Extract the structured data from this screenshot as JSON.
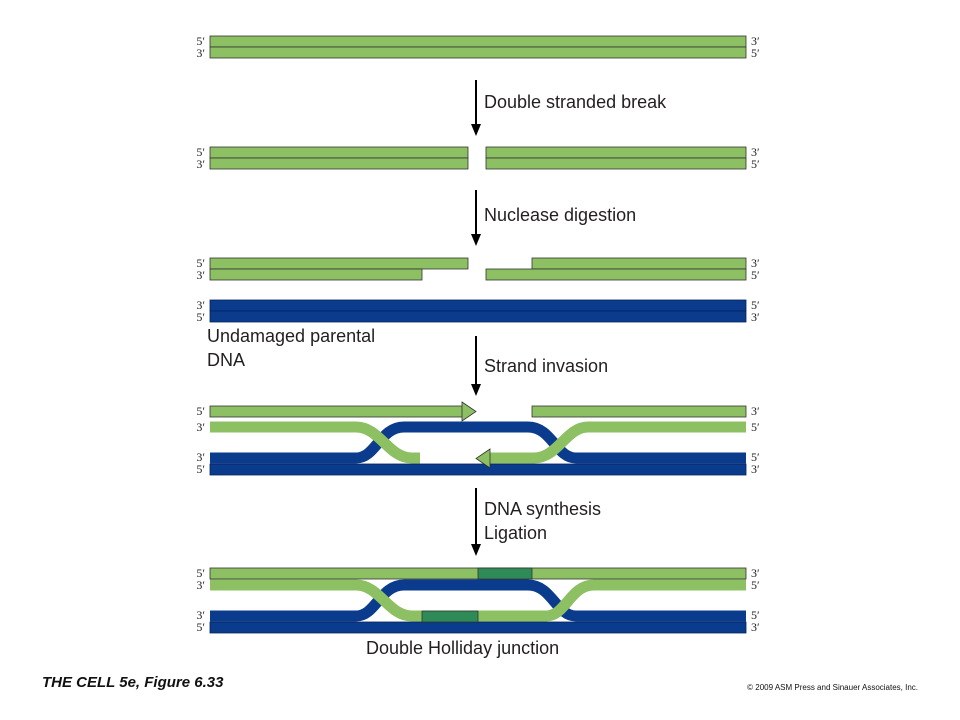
{
  "colors": {
    "light_green": "#8cc063",
    "dark_green": "#2e8b57",
    "dark_blue": "#0b3b8c",
    "outline": "#333333",
    "arrow": "#000000"
  },
  "end_labels": {
    "five_prime": "5′",
    "three_prime": "3′"
  },
  "steps": [
    {
      "label": "Double stranded break"
    },
    {
      "label": "Nuclease digestion"
    },
    {
      "label": "Strand invasion"
    },
    {
      "label": "DNA synthesis"
    },
    {
      "label": "Ligation"
    }
  ],
  "parental_label": {
    "line1": "Undamaged parental",
    "line2": "DNA"
  },
  "final_label": "Double Holliday junction",
  "footer": {
    "caption": "THE CELL 5e, Figure 6.33",
    "copyright": "© 2009 ASM Press and Sinauer Associates, Inc."
  }
}
